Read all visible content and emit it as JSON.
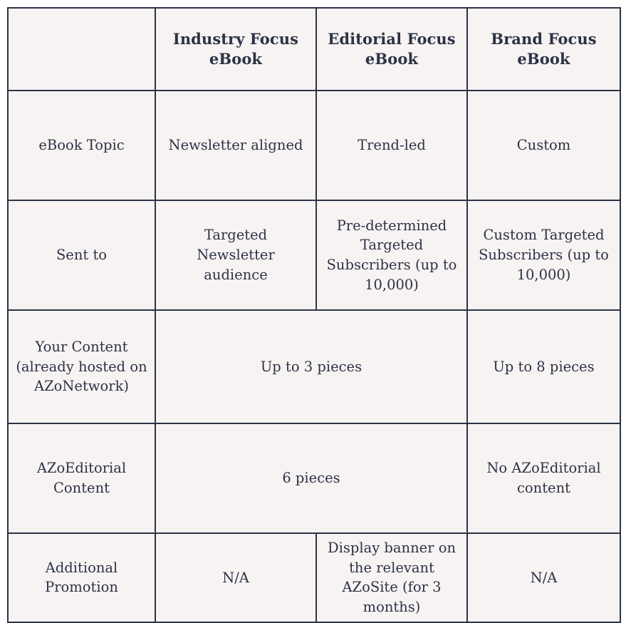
{
  "table": {
    "columns": [
      {
        "key": "label",
        "header": "",
        "accent": "#2b3445"
      },
      {
        "key": "industry",
        "header": "Industry Focus eBook",
        "accent": "#0caa9e"
      },
      {
        "key": "editorial",
        "header": "Editorial Focus eBook",
        "accent": "#edba5b"
      },
      {
        "key": "brand",
        "header": "Brand Focus eBook",
        "accent": "#5384c0"
      }
    ],
    "headers": {
      "blank": "",
      "industry_line1": "Industry Focus",
      "industry_line2": "eBook",
      "editorial_line1": "Editorial Focus",
      "editorial_line2": "eBook",
      "brand": "Brand Focus eBook"
    },
    "rows": [
      {
        "label": "eBook Topic",
        "merged": false,
        "industry": "Newsletter aligned",
        "editorial": "Trend-led",
        "brand": "Custom"
      },
      {
        "label": "Sent to",
        "merged": false,
        "industry": "Targeted Newsletter audience",
        "editorial": "Pre-determined Targeted Subscribers (up to 10,000)",
        "brand": "Custom Targeted Subscribers (up to 10,000)"
      },
      {
        "label_line1": "Your Content",
        "label_line2": "(already hosted on",
        "label_line3": "AZoNetwork)",
        "merged": true,
        "merged_value": "Up to 3 pieces",
        "brand": "Up to 8 pieces"
      },
      {
        "label_line1": "AZoEditorial",
        "label_line2": "Content",
        "merged": true,
        "merged_value": "6 pieces",
        "brand": "No AZoEditorial content"
      },
      {
        "label_line1": "Additional",
        "label_line2": "Promotion",
        "merged": false,
        "industry": "N/A",
        "editorial": "Display banner on the relevant AZoSite (for 3 months)",
        "brand": "N/A"
      }
    ]
  },
  "colors": {
    "border": "#2b3445",
    "cell_background": "#f8f3f3",
    "text": "#2b3245",
    "header_text": "#ffffff",
    "page_background": "#ffffff"
  }
}
